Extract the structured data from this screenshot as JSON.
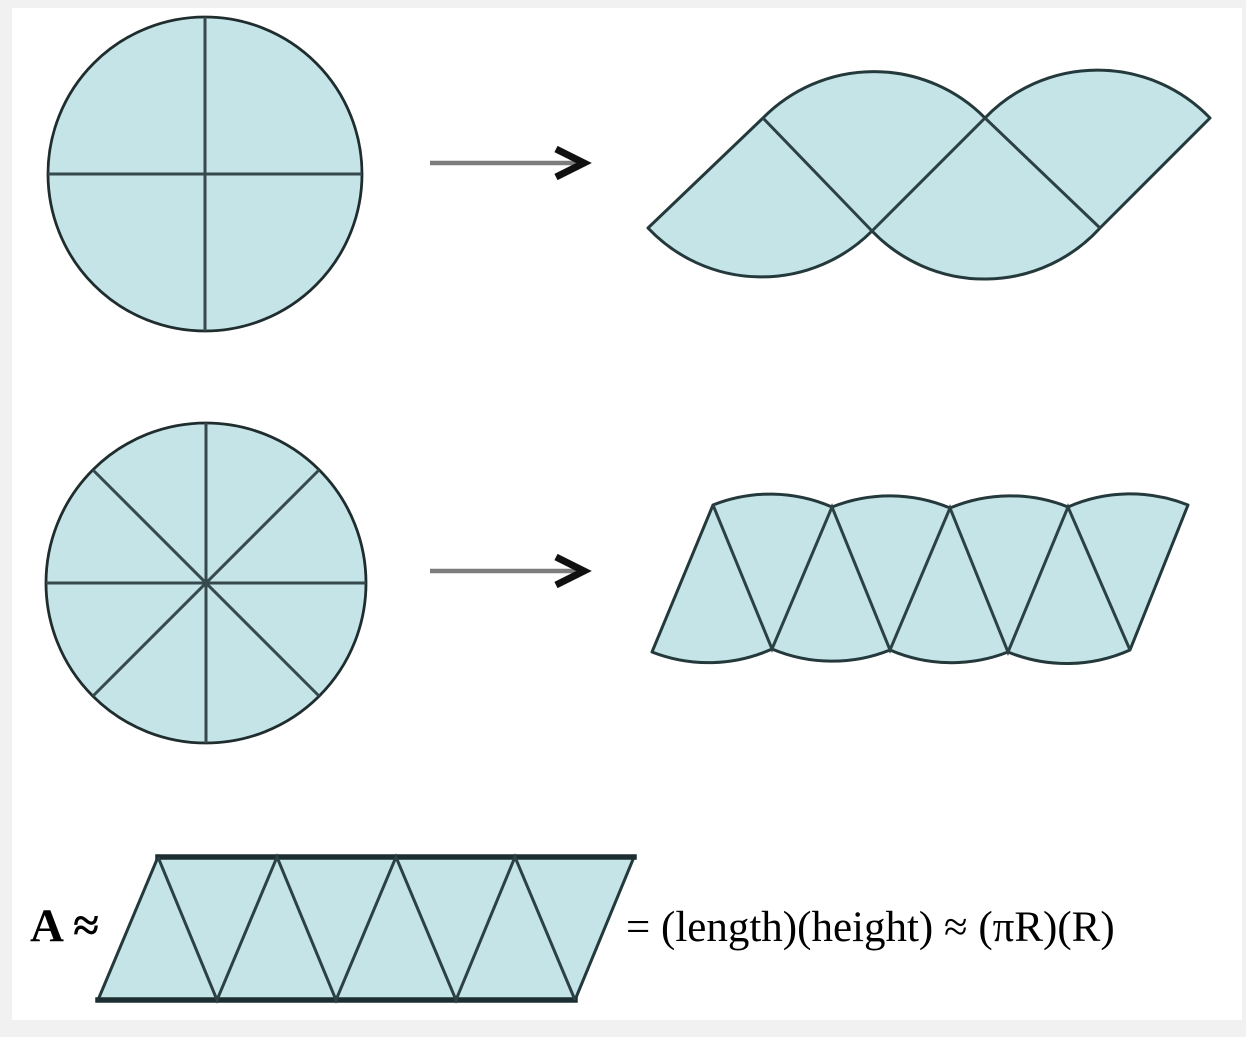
{
  "colors": {
    "page_frame": "#f1f1f2",
    "canvas": "#ffffff",
    "shape_fill": "#c5e4e8",
    "shape_stroke": "#24393b",
    "divider_stroke": "#36494c",
    "arrow_shaft": "#7d7d7d",
    "arrow_head": "#101010",
    "text": "#000000"
  },
  "formula": {
    "lhs": "A ≈",
    "rhs": "= (length)(height) ≈ (πR)(R)"
  },
  "figures": {
    "top_left": "circle-divided-into-4-sectors",
    "top_right": "4-sectors-rearranged-wavy-strip",
    "middle_left": "circle-divided-into-8-sectors",
    "middle_right": "8-sectors-rearranged-zigzag-strip",
    "bottom": "8-triangles-parallelogram-approximation"
  }
}
